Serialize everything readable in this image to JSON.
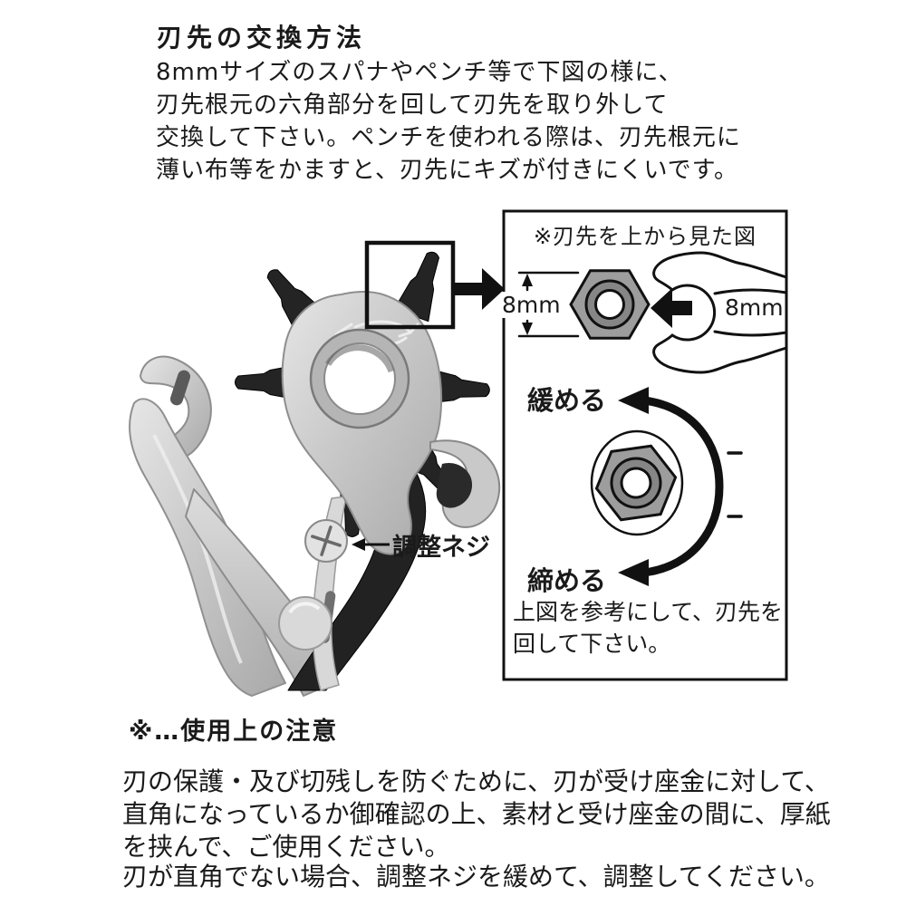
{
  "document": {
    "instructions": {
      "title": "刃先の交換方法",
      "lines": [
        "8mmサイズのスパナやペンチ等で下図の様に、",
        "刃先根元の六角部分を回して刃先を取り外して",
        "交換して下さい。ペンチを使われる際は、刃先根元に",
        "薄い布等をかますと、刃先にキズが付きにくいです。"
      ]
    },
    "figure": {
      "adjust_screw_label": "調整ネジ",
      "diagram_box": {
        "title": "※刃先を上から見た図",
        "nut_width_label": "8mm",
        "wrench_size_label": "8mm",
        "loosen_label": "緩める",
        "tighten_label": "締める",
        "caption_lines": [
          "上図を参考にして、刃先を",
          "回して下さい。"
        ]
      }
    },
    "notes": {
      "heading": "※…使用上の注意",
      "lines": [
        "刃の保護・及び切残しを防ぐために、刃が受け座金に対して、",
        "直角になっているか御確認の上、素材と受け座金の間に、厚紙",
        "を挟んで、ご使用ください。",
        "刃が直角でない場合、調整ネジを緩めて、調整してください。"
      ]
    },
    "colors": {
      "ink": "#1a1a1a",
      "paper": "#ffffff",
      "metal": "#cfcfcf",
      "nut_gray": "#9d9d9d",
      "punch_black": "#242424"
    }
  }
}
